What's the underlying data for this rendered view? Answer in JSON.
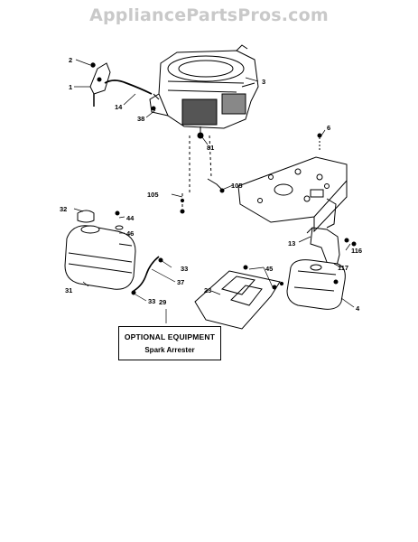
{
  "watermark": "AppliancePartsPros.com",
  "callouts": [
    "1",
    "2",
    "3",
    "4",
    "6",
    "13",
    "14",
    "23",
    "29",
    "31",
    "32",
    "33",
    "33",
    "37",
    "38",
    "44",
    "45",
    "46",
    "81",
    "105",
    "105",
    "116",
    "117"
  ],
  "optional_box": {
    "title": "OPTIONAL EQUIPMENT",
    "subtitle": "Spark Arrester"
  }
}
